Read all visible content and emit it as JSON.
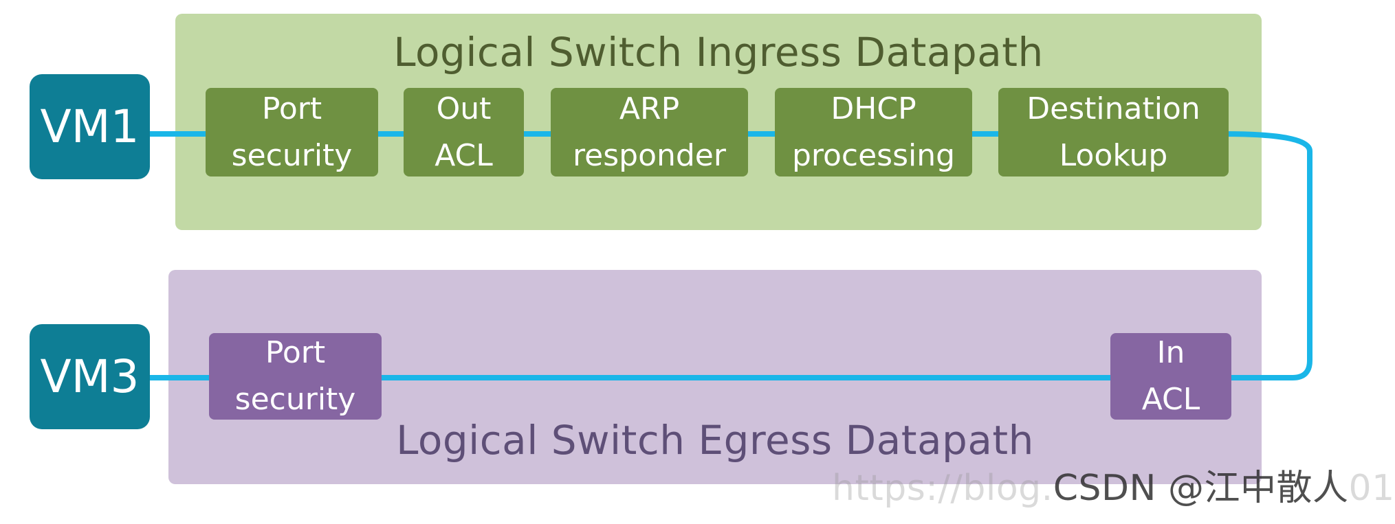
{
  "ingress": {
    "title": "Logical Switch Ingress Datapath",
    "stages": [
      {
        "line1": "Port",
        "line2": "security"
      },
      {
        "line1": "Out",
        "line2": "ACL"
      },
      {
        "line1": "ARP",
        "line2": "responder"
      },
      {
        "line1": "DHCP",
        "line2": "processing"
      },
      {
        "line1": "Destination",
        "line2": "Lookup"
      }
    ]
  },
  "egress": {
    "title": "Logical Switch Egress Datapath",
    "stages": [
      {
        "line1": "Port",
        "line2": "security"
      },
      {
        "line1": "In",
        "line2": "ACL"
      }
    ]
  },
  "vms": [
    "VM1",
    "VM3"
  ],
  "colors": {
    "ingress_panel": "#c2d9a5",
    "ingress_stage": "#6f9142",
    "egress_panel": "#cfc1da",
    "egress_stage": "#8666a2",
    "vm": "#0e7e95",
    "link": "#1ab6e8"
  },
  "watermark": {
    "url_text": "https://blog.",
    "brand_text": "CSDN @江中散人",
    "tail_text": "01"
  }
}
